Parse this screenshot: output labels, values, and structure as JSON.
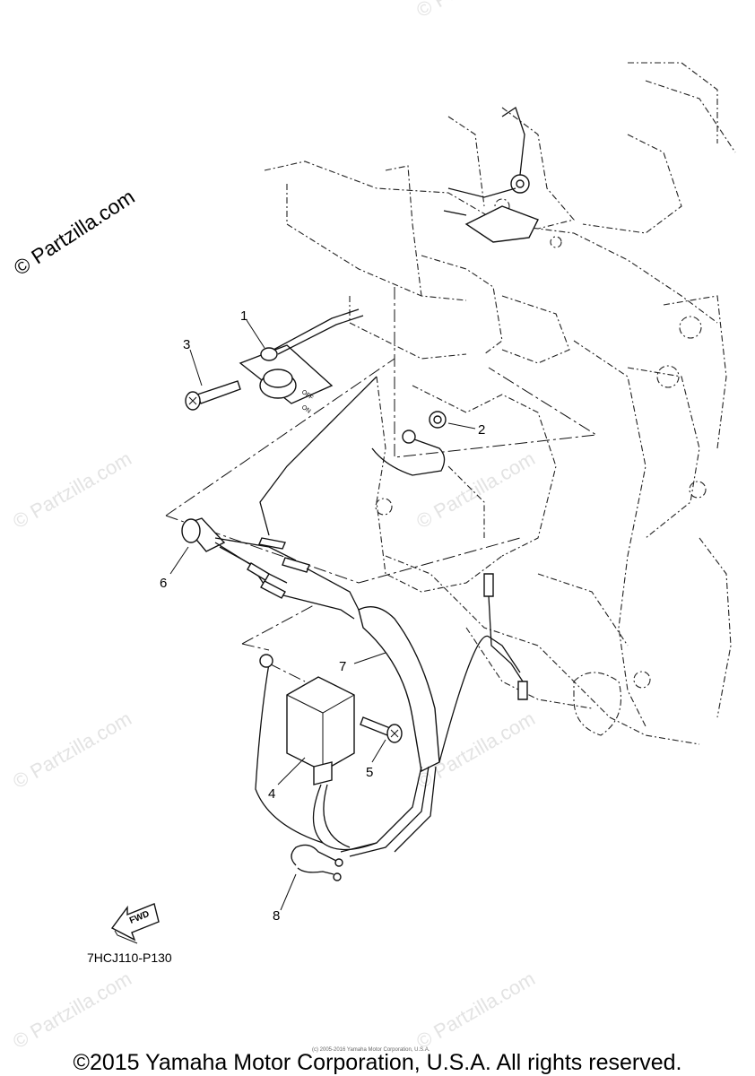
{
  "watermarks": {
    "main": "© Partzilla.com",
    "faint": "© Partzilla.com"
  },
  "callouts": [
    "1",
    "2",
    "3",
    "4",
    "5",
    "6",
    "7",
    "8"
  ],
  "switch_labels": {
    "off": "OFF",
    "on": "ON"
  },
  "fwd_label": "FWD",
  "diagram_code": "7HCJ110-P130",
  "tiny_notice": "(c) 2005-2016 Yamaha Motor Corporation, U.S.A.",
  "copyright": "©2015 Yamaha Motor Corporation, U.S.A. All rights reserved."
}
